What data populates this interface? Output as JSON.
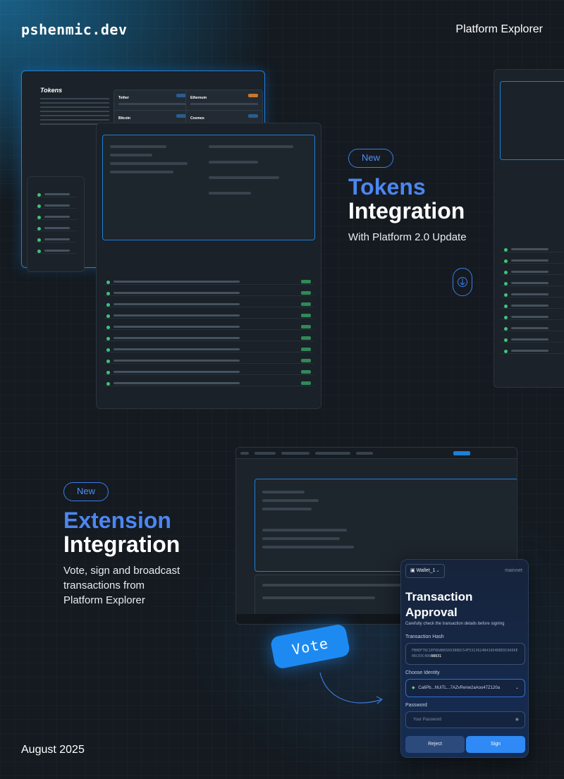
{
  "brand": "pshenmic.dev",
  "header": {
    "right_label": "Platform Explorer"
  },
  "footer": {
    "date": "August 2025"
  },
  "tokens_feature": {
    "badge": "New",
    "title_highlight": "Tokens",
    "title_rest": "Integration",
    "subtitle": "With Platform 2.0 Update"
  },
  "extension_feature": {
    "badge": "New",
    "title_highlight": "Extension",
    "title_rest": "Integration",
    "subtitle_lines": [
      "Vote, sign and broadcast",
      "transactions from",
      "Platform Explorer"
    ]
  },
  "tokens_mock": {
    "title": "Tokens",
    "cards": [
      {
        "name": "Tether",
        "badge": ""
      },
      {
        "name": "Ethereum",
        "badge": ""
      },
      {
        "name": "Bitcoin",
        "badge": ""
      },
      {
        "name": "Cosmos",
        "badge": ""
      }
    ]
  },
  "vote_button": "Vote",
  "wallet": {
    "wallet_name": "Wallet_1",
    "network": "mainnet",
    "title": "Transaction Approval",
    "subtitle": "Carefully check the transaction details before signing",
    "hash_label": "Transaction Hash",
    "hash_dim": "FB0DF78C1EF6DAB6569380DC54F5313624B41064DBEDC6666E06C03C4D0",
    "hash_bright": "AB831",
    "identity_label": "Choose Identity",
    "identity_value": "Ca6Pb...NUiTL...7AZvRenw2aAoo47Z120a",
    "password_label": "Password",
    "password_placeholder": "Your Password",
    "reject_label": "Reject",
    "sign_label": "Sign"
  },
  "colors": {
    "accent_blue": "#4c86f0",
    "button_blue": "#2f8af5",
    "background": "#141a20"
  }
}
